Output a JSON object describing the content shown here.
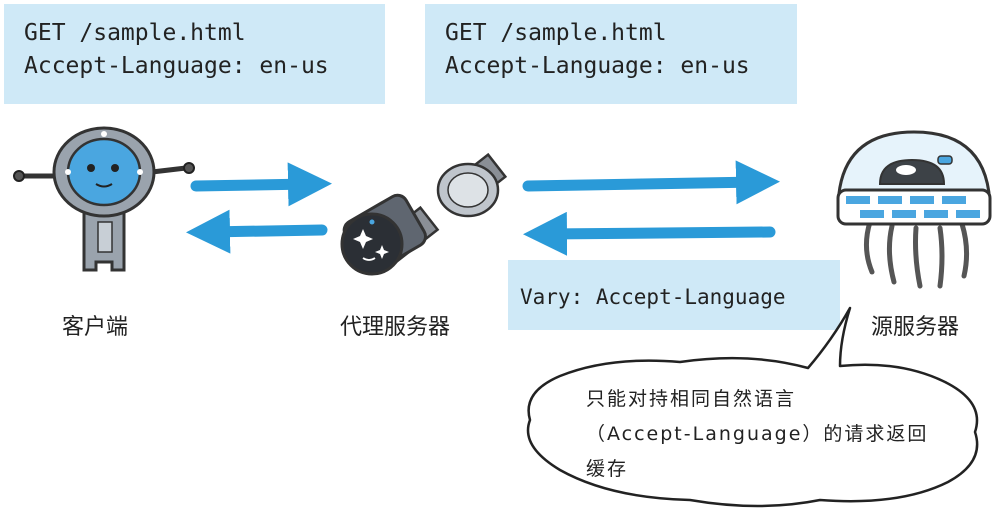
{
  "client_request": {
    "line1": "GET /sample.html",
    "line2": "Accept-Language: en-us"
  },
  "proxy_request": {
    "line1": "GET /sample.html",
    "line2": "Accept-Language: en-us"
  },
  "response_header": "Vary: Accept-Language",
  "nodes": {
    "client": "客户端",
    "proxy": "代理服务器",
    "origin": "源服务器"
  },
  "note": {
    "line1": "只能对持相同自然语言",
    "line2": "（Accept-Language）的请求返回",
    "line3": "缓存"
  },
  "colors": {
    "arrow": "#2a9ad8",
    "box_fill": "#cfe9f7",
    "robot_blue": "#4aa6e0",
    "metal_gray": "#8a8f96"
  },
  "icons": {
    "client": "robot-client-icon",
    "proxy": "satellite-proxy-icon",
    "origin": "jellyfish-server-icon"
  }
}
